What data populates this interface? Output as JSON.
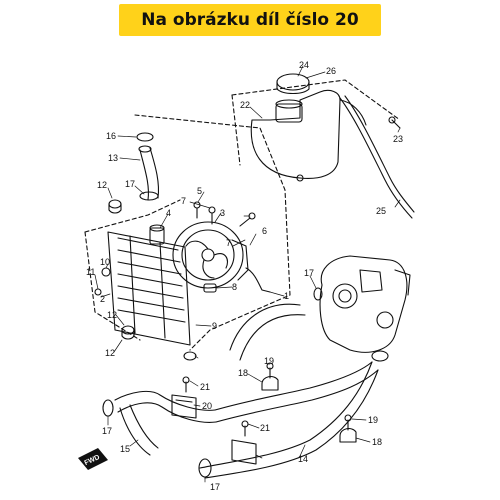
{
  "banner": {
    "text": "Na obrázku díl číslo 20"
  },
  "diagram": {
    "fwd_label": "FWD",
    "callouts": [
      {
        "id": "c24",
        "text": "24"
      },
      {
        "id": "c26",
        "text": "26"
      },
      {
        "id": "c22",
        "text": "22"
      },
      {
        "id": "c23",
        "text": "23"
      },
      {
        "id": "c25",
        "text": "25"
      },
      {
        "id": "c16",
        "text": "16"
      },
      {
        "id": "c13",
        "text": "13"
      },
      {
        "id": "c12a",
        "text": "12"
      },
      {
        "id": "c17a",
        "text": "17"
      },
      {
        "id": "c5",
        "text": "5"
      },
      {
        "id": "c7a",
        "text": "7"
      },
      {
        "id": "c3",
        "text": "3"
      },
      {
        "id": "c6",
        "text": "6"
      },
      {
        "id": "c4",
        "text": "4"
      },
      {
        "id": "c7b",
        "text": "7"
      },
      {
        "id": "c10",
        "text": "10"
      },
      {
        "id": "c11",
        "text": "11"
      },
      {
        "id": "c2",
        "text": "2"
      },
      {
        "id": "c8",
        "text": "8"
      },
      {
        "id": "c1",
        "text": "1"
      },
      {
        "id": "c9",
        "text": "9"
      },
      {
        "id": "c12b",
        "text": "12"
      },
      {
        "id": "c12c",
        "text": "12"
      },
      {
        "id": "c17b",
        "text": "17"
      },
      {
        "id": "c19a",
        "text": "19"
      },
      {
        "id": "c18a",
        "text": "18"
      },
      {
        "id": "c21a",
        "text": "21"
      },
      {
        "id": "c20",
        "text": "20"
      },
      {
        "id": "c17c",
        "text": "17"
      },
      {
        "id": "c15",
        "text": "15"
      },
      {
        "id": "c21b",
        "text": "21"
      },
      {
        "id": "c14",
        "text": "14"
      },
      {
        "id": "c19b",
        "text": "19"
      },
      {
        "id": "c18b",
        "text": "18"
      },
      {
        "id": "c17d",
        "text": "17"
      }
    ]
  }
}
